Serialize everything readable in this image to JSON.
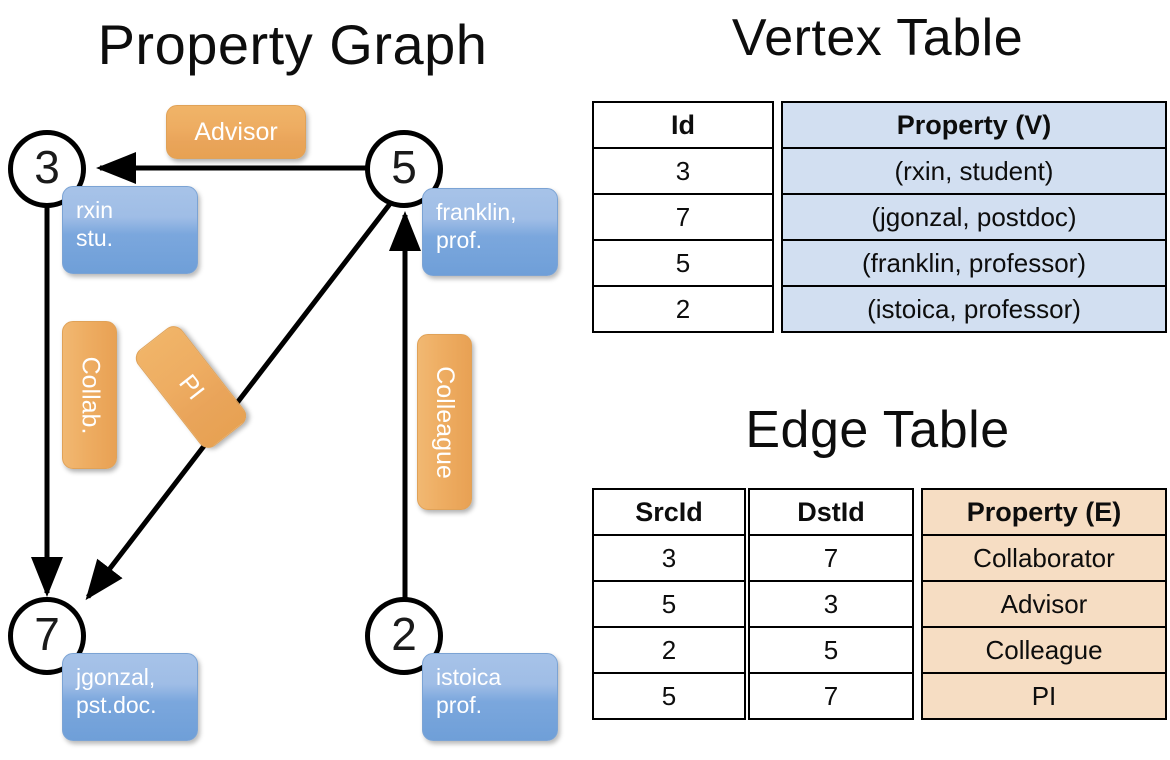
{
  "titles": {
    "property_graph": "Property Graph",
    "vertex_table": "Vertex Table",
    "edge_table": "Edge Table"
  },
  "graph": {
    "nodes": [
      {
        "id": "3",
        "label_line1": "rxin",
        "label_line2": "stu."
      },
      {
        "id": "5",
        "label_line1": "franklin,",
        "label_line2": "prof."
      },
      {
        "id": "7",
        "label_line1": "jgonzal,",
        "label_line2": "pst.doc."
      },
      {
        "id": "2",
        "label_line1": "istoica",
        "label_line2": "prof."
      }
    ],
    "edge_labels": [
      {
        "name": "advisor",
        "text": "Advisor",
        "orientation": "horizontal"
      },
      {
        "name": "collab",
        "text": "Collab.",
        "orientation": "vertical"
      },
      {
        "name": "pi",
        "text": "PI",
        "orientation": "diagonal"
      },
      {
        "name": "colleague",
        "text": "Colleague",
        "orientation": "vertical"
      }
    ]
  },
  "vertex_table": {
    "headers": [
      "Id",
      "Property (V)"
    ],
    "rows": [
      {
        "id": "3",
        "property": "(rxin, student)"
      },
      {
        "id": "7",
        "property": "(jgonzal, postdoc)"
      },
      {
        "id": "5",
        "property": "(franklin, professor)"
      },
      {
        "id": "2",
        "property": "(istoica, professor)"
      }
    ]
  },
  "edge_table": {
    "headers": [
      "SrcId",
      "DstId",
      "Property (E)"
    ],
    "rows": [
      {
        "src": "3",
        "dst": "7",
        "property": "Collaborator"
      },
      {
        "src": "5",
        "dst": "3",
        "property": "Advisor"
      },
      {
        "src": "2",
        "dst": "5",
        "property": "Colleague"
      },
      {
        "src": "5",
        "dst": "7",
        "property": "PI"
      }
    ]
  },
  "colors": {
    "vertex_property_fill": "#d2dff1",
    "edge_property_fill": "#f6ddc3",
    "node_box_blue": "#7ba7dd",
    "edge_label_orange": "#eead62",
    "stroke": "#000000"
  }
}
